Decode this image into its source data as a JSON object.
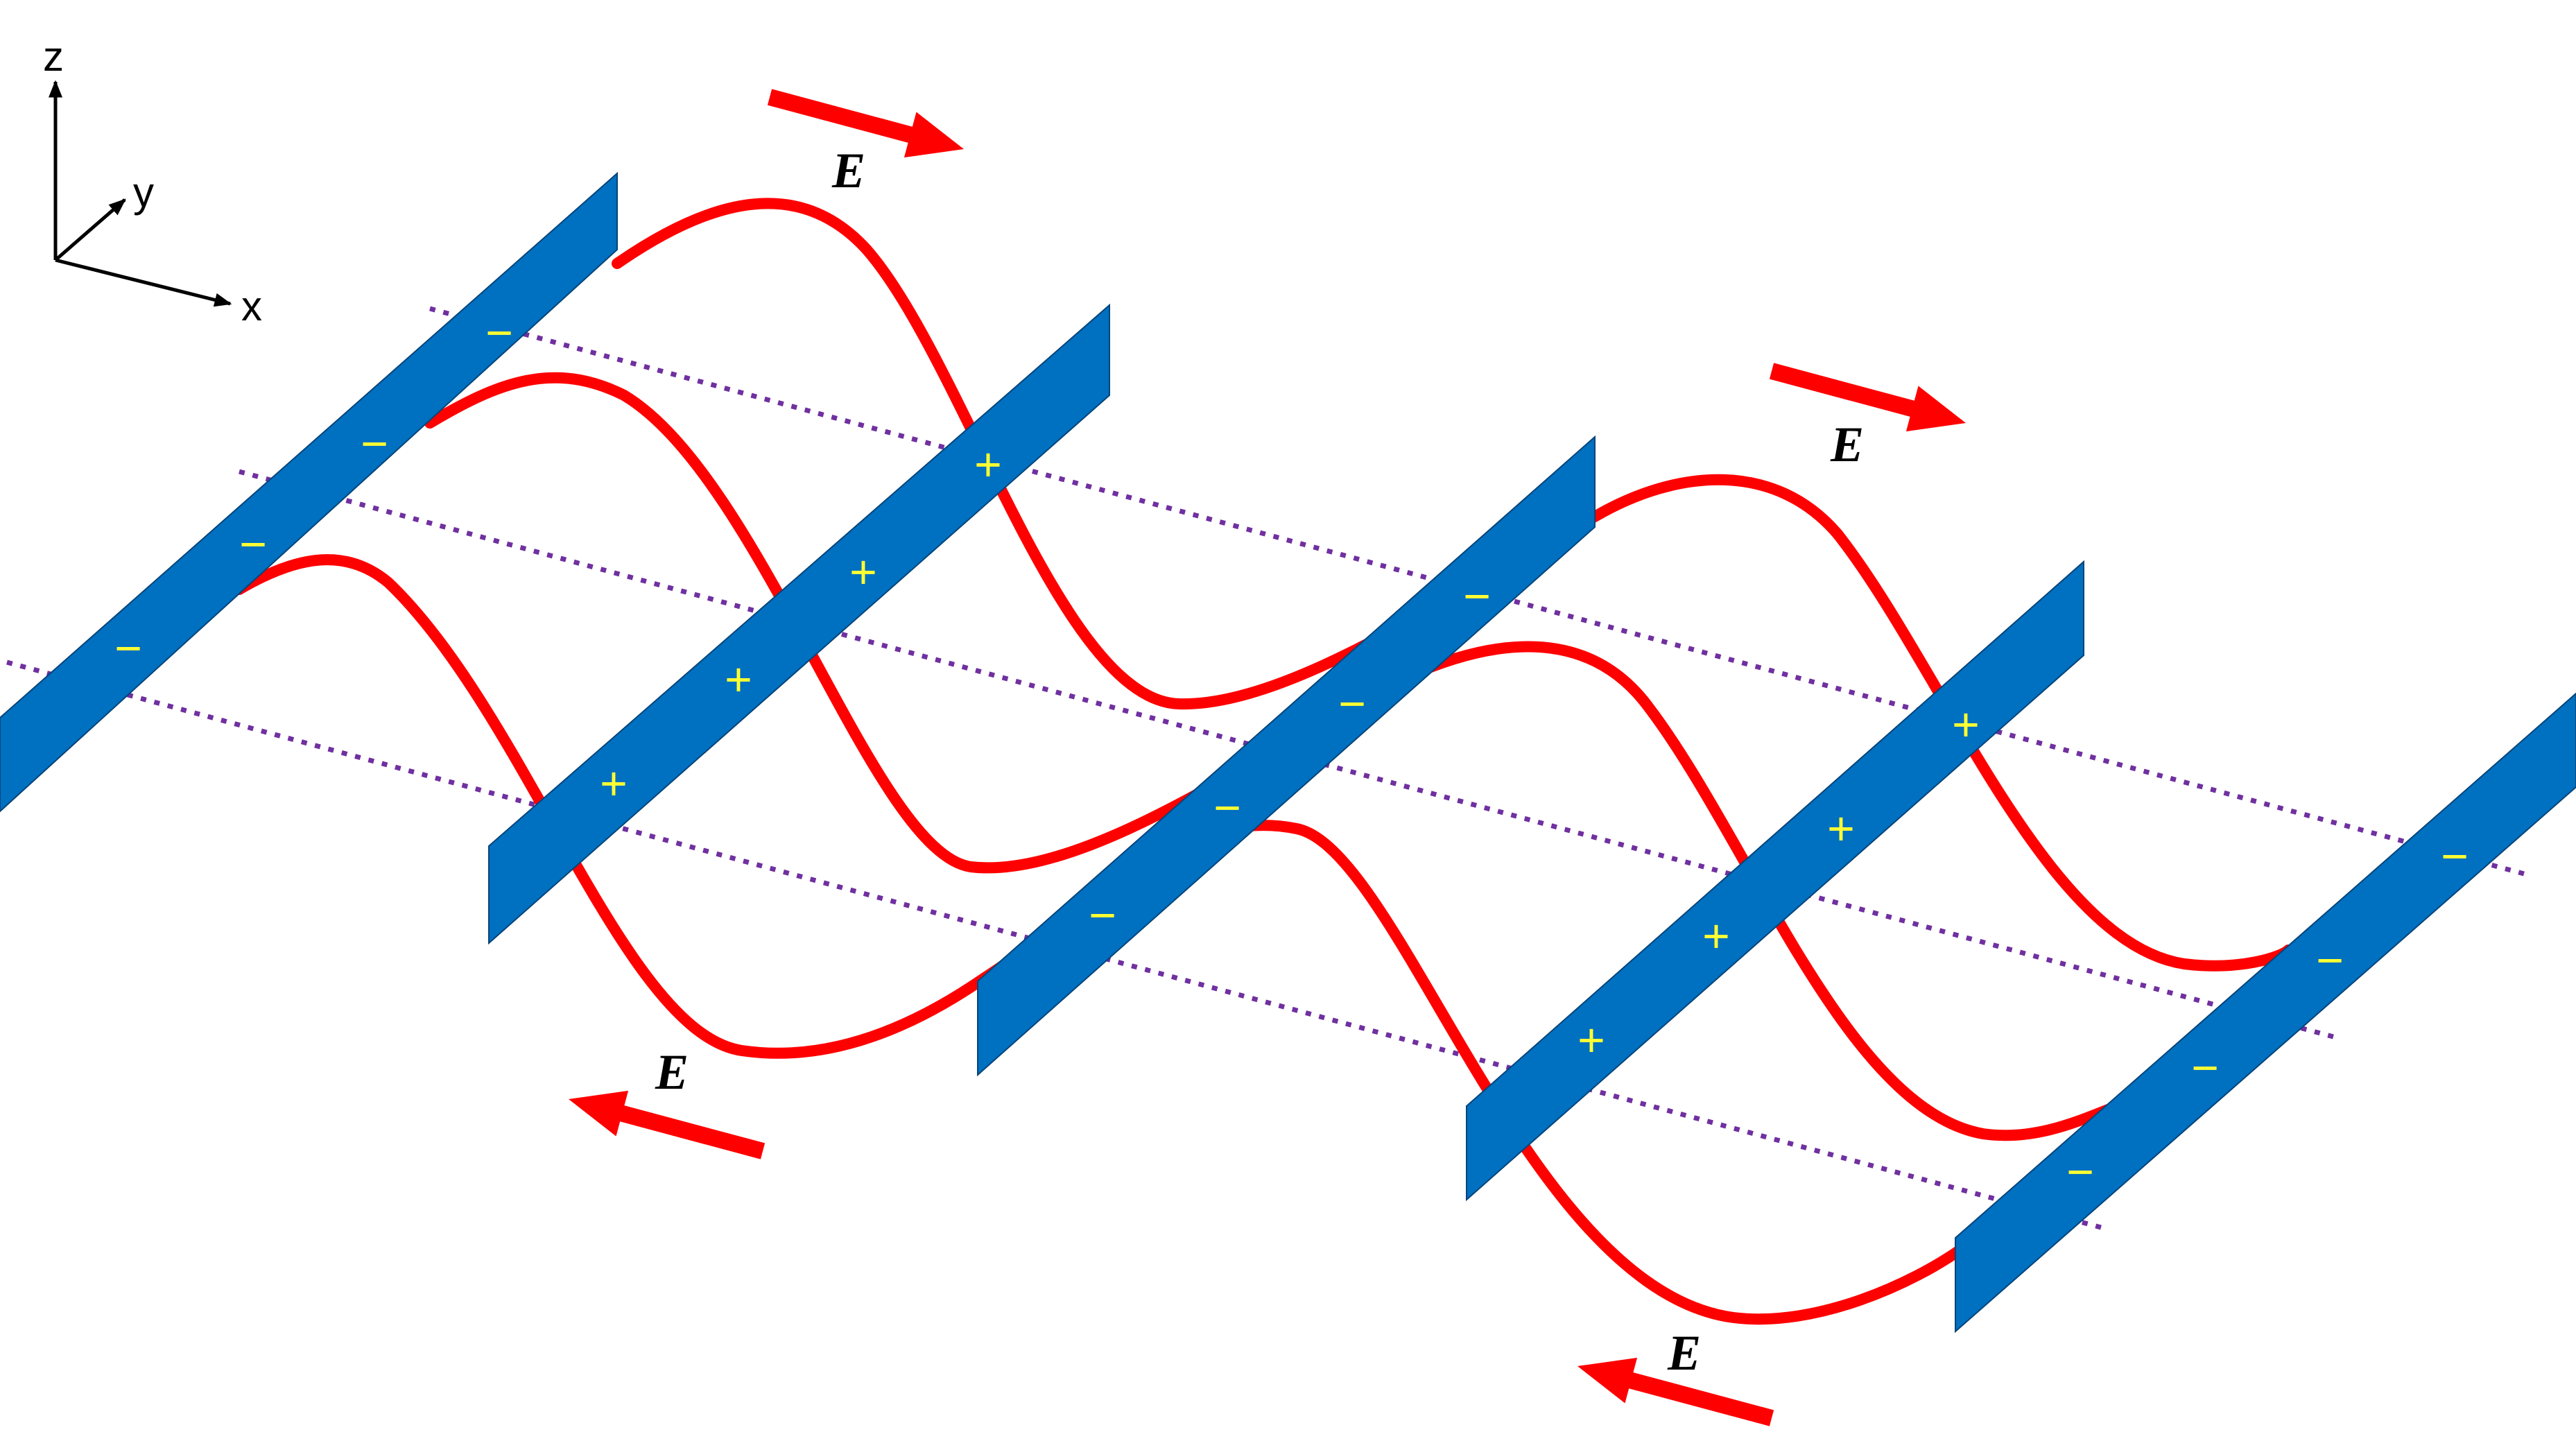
{
  "axes": {
    "x_label": "x",
    "y_label": "y",
    "z_label": "z"
  },
  "field_label": "E",
  "negative_sign": "−",
  "positive_sign": "+",
  "colors": {
    "plane": "#0070C0",
    "wave": "#FF0000",
    "field_arrow": "#FF0000",
    "guide_line": "#7030A0",
    "charge_sign": "#FFFF33"
  },
  "planes": [
    {
      "charge": "negative",
      "signs": 4
    },
    {
      "charge": "positive",
      "signs": 4
    },
    {
      "charge": "negative",
      "signs": 4
    },
    {
      "charge": "positive",
      "signs": 4
    },
    {
      "charge": "negative",
      "signs": 4
    }
  ],
  "field_arrows": [
    {
      "direction": "+x"
    },
    {
      "direction": "+x"
    },
    {
      "direction": "-x"
    },
    {
      "direction": "-x"
    }
  ]
}
